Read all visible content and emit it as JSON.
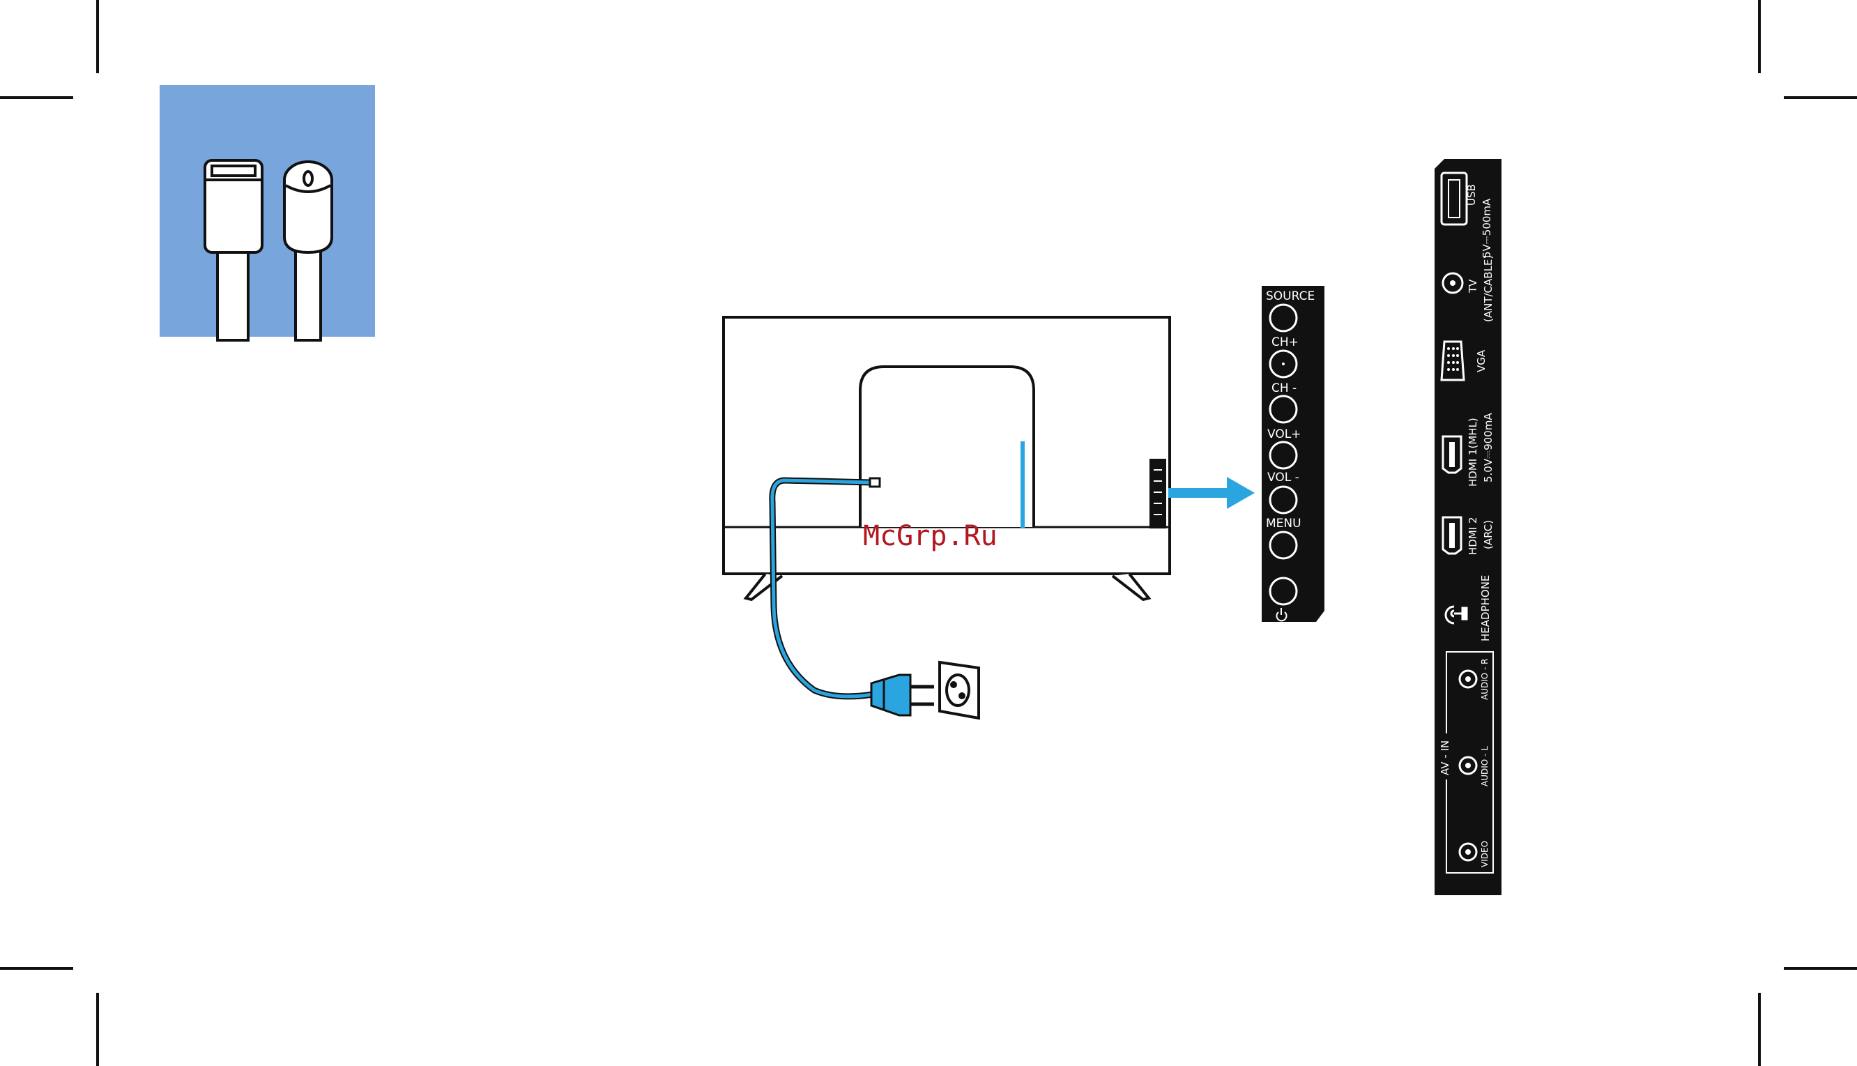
{
  "watermark": "McGrp.Ru",
  "colors": {
    "panel_blue": "#77a5dc",
    "cable_blue": "#2aa5e0",
    "ink": "#111111",
    "watermark_red": "#b3171f"
  },
  "side_keys": {
    "labels": [
      "SOURCE",
      "CH+",
      "CH -",
      "VOL+",
      "VOL -",
      "MENU"
    ],
    "power_icon": "power-icon"
  },
  "ports": {
    "usb": {
      "name": "USB",
      "spec": "5V⎓500mA"
    },
    "tv": {
      "name": "TV",
      "spec": "(ANT/CABLE)"
    },
    "vga": {
      "name": "VGA"
    },
    "hdmi1": {
      "name": "HDMI 1(MHL)",
      "spec": "5.0V⎓900mA"
    },
    "hdmi2": {
      "name": "HDMI 2",
      "spec": "(ARC)"
    },
    "headphone": {
      "name": "HEADPHONE"
    },
    "av_in": {
      "group": "AV - IN",
      "audio_r": "AUDIO - R",
      "audio_l": "AUDIO - L",
      "video": "VIDEO"
    }
  },
  "icons": [
    "usb-connector-icon",
    "antenna-connector-icon",
    "power-plug-icon",
    "wall-socket-icon",
    "arrow-right-icon",
    "headphone-icon"
  ]
}
